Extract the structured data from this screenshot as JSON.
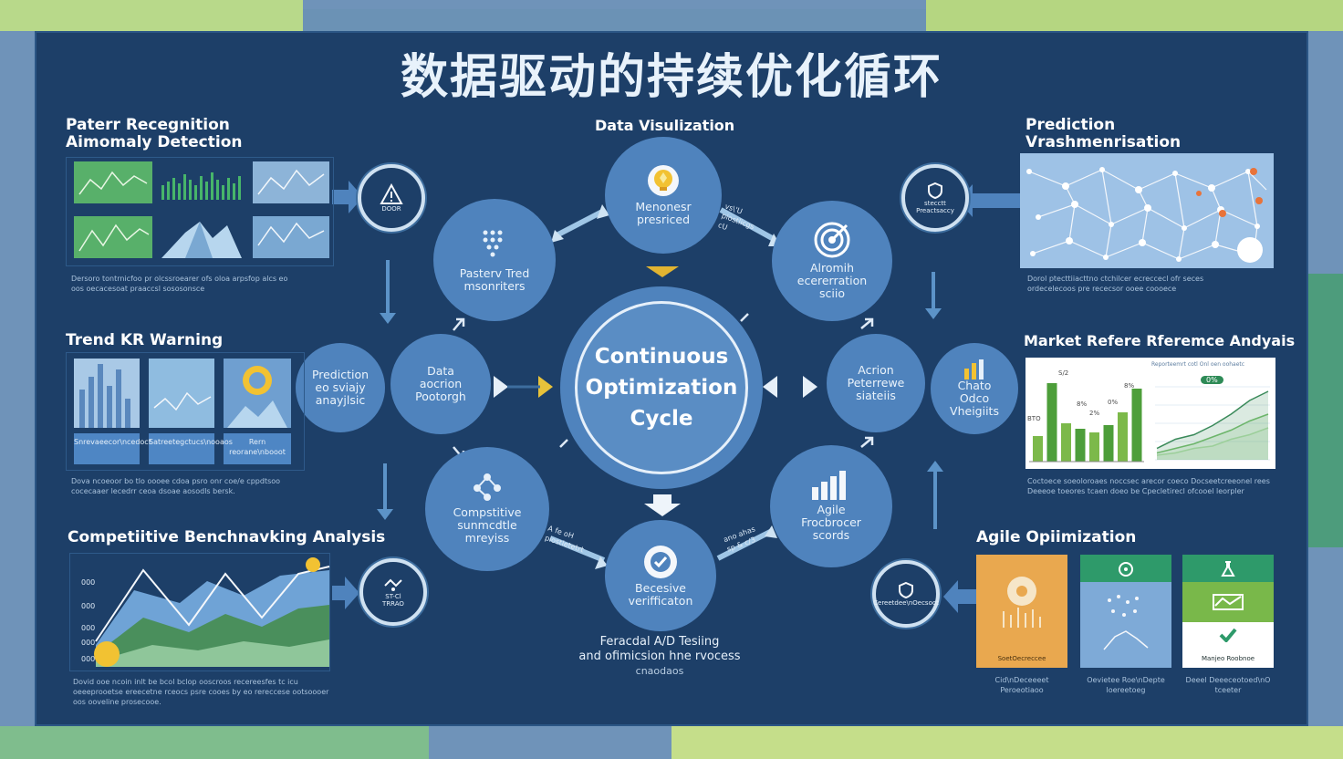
{
  "title": "数据驱动的持续优化循环",
  "center": {
    "line1": "Continuous",
    "line2": "Optimization",
    "line3": "Cycle"
  },
  "cycle_nodes": {
    "top": {
      "line1": "Menonesr",
      "line2": "presriced"
    },
    "top_right": {
      "line1": "Alromih",
      "line2": "ecererration",
      "line3": "sciio"
    },
    "right": {
      "line1": "Acrion",
      "line2": "Peterrewe",
      "line3": "siateiis"
    },
    "bottom_right": {
      "line1": "Agile",
      "line2": "Frocbrocer",
      "line3": "scords"
    },
    "bottom": {
      "line1": "Becesive",
      "line2": "verifficaton"
    },
    "bottom_left": {
      "line1": "Compstitive",
      "line2": "sunmcdtle",
      "line3": "mreyiss"
    },
    "left": {
      "line1": "Data",
      "line2": "aocrion",
      "line3": "Pootorgh"
    },
    "top_left": {
      "line1": "Pasterv Tred",
      "line2": "msonriters"
    },
    "far_left": {
      "line1": "Prediction",
      "line2": "eo sviajy",
      "line3": "anayjlsic"
    },
    "far_right": {
      "line1": "Chato",
      "line2": "Odco",
      "line3": "Vheigiits"
    }
  },
  "top_label": "Data Visulization",
  "bottom_label": {
    "line1": "Feracdal A/D Tesiing",
    "line2": "and ofimicsion hne rvocess",
    "line3": "cnaodaos"
  },
  "arrow_labels": {
    "top_right": [
      "vs\\'U",
      "piostlicgs",
      "cU"
    ],
    "bottom_left": [
      "A fe oH",
      "piostletetrt"
    ],
    "bottom_right": [
      "ano ahas",
      "sp & c/3"
    ]
  },
  "sections": {
    "pattern": {
      "title1": "Paterr Recegnition",
      "title2": "Aimomaly Detection",
      "node": "DOOR",
      "caption1": "Dersoro tontrnicfoo pr olcssroearer ofs oloa arpsfop alcs eo",
      "caption2": "oos oecacesoat praaccsl sososonsce"
    },
    "trend": {
      "title": "Trend KR Warning",
      "cards": [
        "Snrevaeecor\\ncedoct",
        "Satreetegctucs\\nooaos",
        "Rern reorane\\nbooot"
      ],
      "caption1": "Dova ncoeoor bo tlo oooee cdoa psro onr coe/e cppdtsoo",
      "caption2": "cocecaaer lecedrr ceoa dsoae aosodls bersk."
    },
    "competitive": {
      "title": "Competiitive Benchnavking Analysis",
      "yticks": [
        "000",
        "000",
        "000",
        "000",
        "000"
      ],
      "node1": "ST-Cl",
      "node2": "TRRAO",
      "caption1": "Dovid ooe ncoin inlt be bcol bclop ooscroos recereesfes tc icu",
      "caption2": "oeeeprooetse ereecetne rceocs psre cooes by eo rereccese ootsoooer",
      "caption3": "oos ooveline prosecooe."
    },
    "prediction": {
      "title1": "Prediction",
      "title2": "Vrashmenrisation",
      "node1": "stecctt",
      "node2": "Preactsaccy",
      "caption1": "Dorol ptecttiiacttno ctchilcer ecreccecl ofr seces",
      "caption2": "ordecelecoos pre rececsor ooee coooece"
    },
    "market": {
      "title": "Market Refere Rferemce Andyais",
      "chart_header": "Reporteemrt cotl Onl oen oohaetc",
      "bar_labels": [
        "BTO",
        "S/2",
        "8%",
        "2%",
        "0%",
        "8%"
      ],
      "badge": "0%",
      "caption1": "Coctoece soeoloroaes noccsec arecor coeco Docseetcreeonel rees",
      "caption2": "Deeeoe toeores tcaen doeo be Cpecletirecl ofcooel leorpler"
    },
    "agile": {
      "title": "Agile Opiimization",
      "node": "Cereetdee\\nOecsoot",
      "card1_label": "SoetOecreccee",
      "card1_caption": "Cid\\nDeceeeet Peroeotiaoo",
      "card2_caption": "Oevietee Roe\\nDepte loereetoeg",
      "card3_label": "Manjeo Roobnoe",
      "card3_caption": "Deeel Deeeceotoed\\nO tceeter"
    }
  },
  "chart_data": [
    {
      "type": "line",
      "panel": "pattern-mini-1",
      "series": [
        {
          "values": [
            2,
            5,
            3,
            6,
            4,
            7
          ]
        }
      ]
    },
    {
      "type": "bar",
      "panel": "market-bars",
      "categories": [
        "1",
        "2",
        "3",
        "4",
        "5",
        "6",
        "7",
        "8"
      ],
      "values": [
        28,
        86,
        42,
        36,
        32,
        40,
        54,
        80
      ]
    },
    {
      "type": "line",
      "panel": "market-lines",
      "series": [
        {
          "values": [
            10,
            18,
            22,
            30,
            40,
            52,
            60
          ]
        },
        {
          "values": [
            6,
            10,
            14,
            20,
            26,
            34,
            40
          ]
        },
        {
          "values": [
            4,
            6,
            10,
            12,
            18,
            22,
            28
          ]
        }
      ]
    },
    {
      "type": "bar",
      "panel": "trend-bars",
      "categories": [
        "a",
        "b",
        "c",
        "d",
        "e",
        "f"
      ],
      "values": [
        55,
        70,
        90,
        60,
        85,
        45
      ]
    }
  ],
  "colors": {
    "board": "#1d3f68",
    "circle": "#4f83bd",
    "accent_yellow": "#f2c232",
    "accent_green": "#66b34a",
    "frame_green": "#b5d77a"
  }
}
